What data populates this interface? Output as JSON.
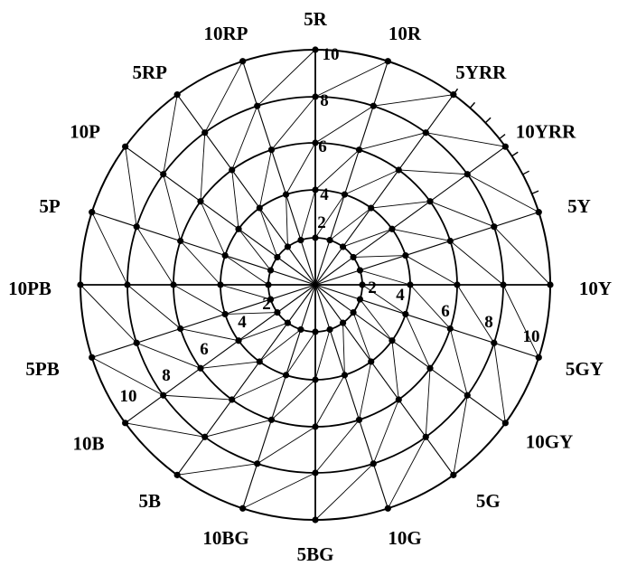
{
  "diagram": {
    "hue_labels": [
      "5R",
      "10R",
      "5YRR",
      "10YRR",
      "5Y",
      "10Y",
      "5GY",
      "10GY",
      "5G",
      "10G",
      "5BG",
      "10BG",
      "5B",
      "10B",
      "5PB",
      "10PB",
      "5P",
      "10P",
      "5RP",
      "10RP"
    ],
    "chroma_rings": [
      2,
      4,
      6,
      8,
      10
    ],
    "tick_labels": {
      "top": [
        "2",
        "4",
        "6",
        "8",
        "10"
      ],
      "right": [
        "2",
        "4",
        "6",
        "8",
        "10"
      ],
      "left": [
        "2",
        "4",
        "6",
        "8",
        "10"
      ]
    }
  }
}
